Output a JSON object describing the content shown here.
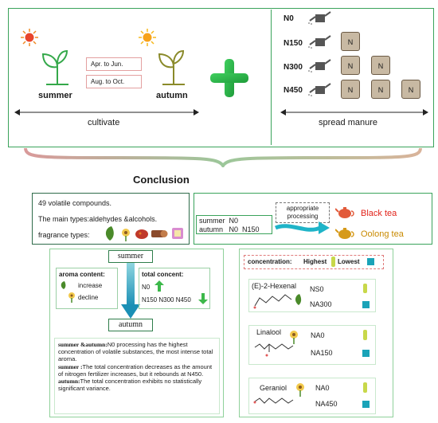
{
  "top": {
    "summer_label": "summer",
    "autumn_label": "autumn",
    "period1": "Apr. to Jun.",
    "period2": "Aug. to Oct.",
    "cultivate": "cultivate",
    "spread_manure": "spread manure",
    "n_levels": [
      "N0",
      "N150",
      "N300",
      "N450"
    ],
    "bag_letter": "N"
  },
  "conclusion_title": "Conclusion",
  "volatile_box": {
    "line1": "49 volatile compounds.",
    "line2": "The main types:aldehydes &alcohols.",
    "line3": "fragrance types:"
  },
  "processing_box": {
    "summer_line": "summer  N0",
    "autumn_line": "autumn   N0  N150",
    "processing_label": "appropriate processing",
    "black_tea": "Black tea",
    "oolong_tea": "Oolong tea"
  },
  "aroma_panel": {
    "summer_tag": "summer",
    "autumn_tag": "autumn",
    "aroma_title": "aroma content:",
    "increase": "increase",
    "decline": "decline",
    "total_title": "total concent:",
    "n0": "N0",
    "n_rest": "N150 N300 N450",
    "desc_parts": [
      {
        "b": "summer &autumn:",
        "t": "N0 processing has the highest concentration of volatile substances, the most intense total aroma."
      },
      {
        "b": "summer :",
        "t": "The total concentration decreases as the amount of nitrogen fertilizer increases, but it rebounds at N450."
      },
      {
        "b": "autumn:",
        "t": "The total concentration exhibits no statistically significant variance."
      }
    ]
  },
  "compound_panel": {
    "legend_label": "concentration:",
    "highest": "Highest",
    "lowest": "Lowest",
    "compounds": [
      {
        "name": "(E)-2-Hexenal",
        "high": "NS0",
        "low": "NA300"
      },
      {
        "name": "Linalool",
        "high": "NA0",
        "low": "NA150"
      },
      {
        "name": "Geraniol",
        "high": "NA0",
        "low": "NA450"
      }
    ]
  },
  "colors": {
    "green_border": "#2e9e55",
    "arrow_teal": "#1fb4c8",
    "black_tea": "#e2231a",
    "oolong_tea": "#c98a00",
    "highest_bar": "#c8d84a",
    "lowest_cube": "#1aa3b8"
  }
}
